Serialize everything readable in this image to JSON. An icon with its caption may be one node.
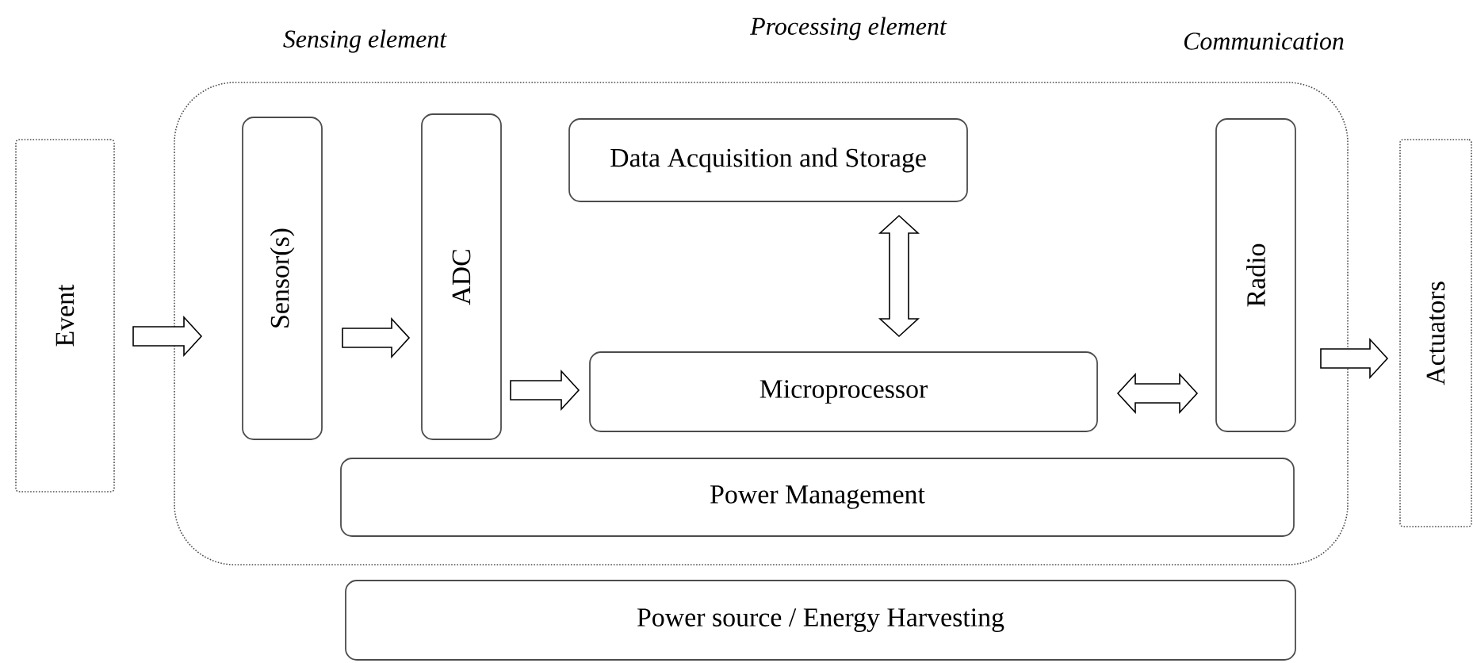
{
  "diagram": {
    "nodes": [
      {
        "text": [
          "Event"
        ]
      },
      {
        "text": [],
        "shape": "box"
      },
      {
        "text": [
          "Sensor(s)"
        ],
        "in": 1
      },
      {
        "text": [
          "ADC"
        ],
        "in": 1
      },
      {
        "text": [
          "Data Acquisition and Storage"
        ],
        "in": 1
      },
      {
        "text": [
          "Microprocessor"
        ],
        "in": 1
      },
      {
        "text": [
          "Radio"
        ],
        "in": 1
      },
      {
        "text": [
          "Power Management"
        ],
        "in": 1
      },
      {
        "text": [
          "Actuators"
        ]
      },
      {
        "text": [
          "Power source / Energy Harvesting"
        ]
      }
    ],
    "edges": [
      {
        "from": 0,
        "to": 2,
        "arrow": "to"
      },
      {
        "from": 2,
        "to": 3,
        "arrow": "to"
      },
      {
        "from": 3,
        "to": 5,
        "arrow": "to"
      },
      {
        "from": 4,
        "to": 5,
        "arrow": "both"
      },
      {
        "from": 5,
        "to": 6,
        "arrow": "both"
      },
      {
        "from": 6,
        "to": 8,
        "arrow": "to"
      }
    ],
    "labels": [
      "Sensing element",
      "Processing element",
      "Communication"
    ]
  }
}
